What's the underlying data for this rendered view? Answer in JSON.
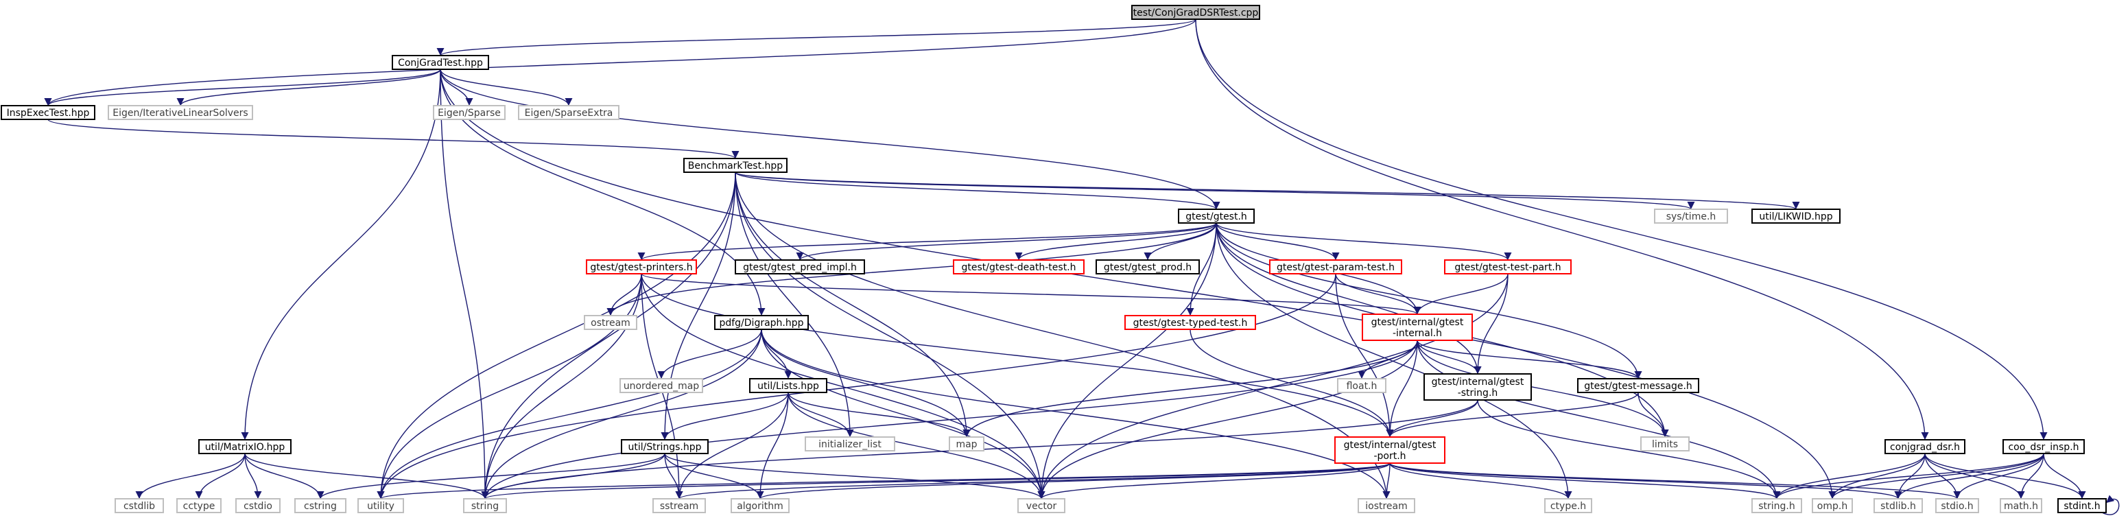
{
  "colors": {
    "edge": "#191970",
    "node_border": "#000000",
    "node_border_missing": "#bfbfbf",
    "node_border_truncated": "#ff0000",
    "root_fill": "#bfbfbf",
    "node_fill": "#ffffff",
    "text": "#000000",
    "text_missing": "#404040"
  },
  "nodes": {
    "root": {
      "label": "test/ConjGradDSRTest.cpp",
      "kind": "root"
    },
    "conjgradtest": {
      "label": "ConjGradTest.hpp",
      "kind": "normal"
    },
    "inspexec": {
      "label": "InspExecTest.hpp",
      "kind": "normal"
    },
    "eigen_iter": {
      "label": "Eigen/IterativeLinearSolvers",
      "kind": "missing"
    },
    "eigen_sparse": {
      "label": "Eigen/Sparse",
      "kind": "missing"
    },
    "eigen_sparseextra": {
      "label": "Eigen/SparseExtra",
      "kind": "missing"
    },
    "benchmark": {
      "label": "BenchmarkTest.hpp",
      "kind": "normal"
    },
    "sys_time": {
      "label": "sys/time.h",
      "kind": "missing"
    },
    "likwid": {
      "label": "util/LIKWID.hpp",
      "kind": "normal"
    },
    "gtest": {
      "label": "gtest/gtest.h",
      "kind": "normal"
    },
    "gtest_printers": {
      "label": "gtest/gtest-printers.h",
      "kind": "truncated"
    },
    "gtest_pred_impl": {
      "label": "gtest/gtest_pred_impl.h",
      "kind": "normal"
    },
    "gtest_death": {
      "label": "gtest/gtest-death-test.h",
      "kind": "truncated"
    },
    "gtest_prod": {
      "label": "gtest/gtest_prod.h",
      "kind": "normal"
    },
    "gtest_param": {
      "label": "gtest/gtest-param-test.h",
      "kind": "truncated"
    },
    "gtest_test_part": {
      "label": "gtest/gtest-test-part.h",
      "kind": "truncated"
    },
    "ostream": {
      "label": "ostream",
      "kind": "missing"
    },
    "pdfg_digraph": {
      "label": "pdfg/Digraph.hpp",
      "kind": "normal"
    },
    "gtest_typed": {
      "label": "gtest/gtest-typed-test.h",
      "kind": "truncated"
    },
    "gtest_internal": {
      "label": [
        "gtest/internal/gtest",
        "-internal.h"
      ],
      "kind": "truncated"
    },
    "unordered_map": {
      "label": "unordered_map",
      "kind": "missing"
    },
    "util_lists": {
      "label": "util/Lists.hpp",
      "kind": "normal"
    },
    "float_h": {
      "label": "float.h",
      "kind": "missing"
    },
    "gtest_string": {
      "label": [
        "gtest/internal/gtest",
        "-string.h"
      ],
      "kind": "normal"
    },
    "gtest_message": {
      "label": "gtest/gtest-message.h",
      "kind": "normal"
    },
    "initializer_list": {
      "label": "initializer_list",
      "kind": "missing"
    },
    "map": {
      "label": "map",
      "kind": "missing"
    },
    "limits": {
      "label": "limits",
      "kind": "missing"
    },
    "util_matrixio": {
      "label": "util/MatrixIO.hpp",
      "kind": "normal"
    },
    "util_strings": {
      "label": "util/Strings.hpp",
      "kind": "normal"
    },
    "gtest_port": {
      "label": [
        "gtest/internal/gtest",
        "-port.h"
      ],
      "kind": "truncated"
    },
    "conjgrad_dsr": {
      "label": "conjgrad_dsr.h",
      "kind": "normal"
    },
    "coo_dsr_insp": {
      "label": "coo_dsr_insp.h",
      "kind": "normal"
    },
    "cstdlib": {
      "label": "cstdlib",
      "kind": "missing"
    },
    "cctype": {
      "label": "cctype",
      "kind": "missing"
    },
    "cstdio": {
      "label": "cstdio",
      "kind": "missing"
    },
    "cstring": {
      "label": "cstring",
      "kind": "missing"
    },
    "utility": {
      "label": "utility",
      "kind": "missing"
    },
    "string": {
      "label": "string",
      "kind": "missing"
    },
    "sstream": {
      "label": "sstream",
      "kind": "missing"
    },
    "algorithm": {
      "label": "algorithm",
      "kind": "missing"
    },
    "vector": {
      "label": "vector",
      "kind": "missing"
    },
    "iostream": {
      "label": "iostream",
      "kind": "missing"
    },
    "ctype_h": {
      "label": "ctype.h",
      "kind": "missing"
    },
    "string_h": {
      "label": "string.h",
      "kind": "missing"
    },
    "omp_h": {
      "label": "omp.h",
      "kind": "missing"
    },
    "stdlib_h": {
      "label": "stdlib.h",
      "kind": "missing"
    },
    "stdio_h": {
      "label": "stdio.h",
      "kind": "missing"
    },
    "math_h": {
      "label": "math.h",
      "kind": "missing"
    },
    "stdint_h": {
      "label": "stdint.h",
      "kind": "normal"
    }
  },
  "edges": [
    [
      "root",
      "conjgradtest"
    ],
    [
      "root",
      "inspexec"
    ],
    [
      "root",
      "conjgrad_dsr"
    ],
    [
      "root",
      "coo_dsr_insp"
    ],
    [
      "conjgradtest",
      "inspexec"
    ],
    [
      "conjgradtest",
      "eigen_iter"
    ],
    [
      "conjgradtest",
      "eigen_sparse"
    ],
    [
      "conjgradtest",
      "eigen_sparseextra"
    ],
    [
      "conjgradtest",
      "gtest"
    ],
    [
      "conjgradtest",
      "pdfg_digraph"
    ],
    [
      "conjgradtest",
      "util_matrixio"
    ],
    [
      "conjgradtest",
      "string"
    ],
    [
      "conjgradtest",
      "omp_h"
    ],
    [
      "inspexec",
      "benchmark"
    ],
    [
      "benchmark",
      "sys_time"
    ],
    [
      "benchmark",
      "likwid"
    ],
    [
      "benchmark",
      "gtest"
    ],
    [
      "benchmark",
      "string"
    ],
    [
      "benchmark",
      "map"
    ],
    [
      "benchmark",
      "vector"
    ],
    [
      "benchmark",
      "utility"
    ],
    [
      "benchmark",
      "util_strings"
    ],
    [
      "benchmark",
      "iostream"
    ],
    [
      "benchmark",
      "initializer_list"
    ],
    [
      "gtest",
      "gtest_printers"
    ],
    [
      "gtest",
      "gtest_pred_impl"
    ],
    [
      "gtest",
      "gtest_death"
    ],
    [
      "gtest",
      "gtest_prod"
    ],
    [
      "gtest",
      "gtest_param"
    ],
    [
      "gtest",
      "gtest_test_part"
    ],
    [
      "gtest",
      "gtest_typed"
    ],
    [
      "gtest",
      "gtest_internal"
    ],
    [
      "gtest",
      "gtest_string"
    ],
    [
      "gtest",
      "gtest_message"
    ],
    [
      "gtest",
      "ostream"
    ],
    [
      "gtest",
      "vector"
    ],
    [
      "gtest",
      "limits"
    ],
    [
      "gtest",
      "ctype_h"
    ],
    [
      "gtest_printers",
      "ostream"
    ],
    [
      "gtest_printers",
      "sstream"
    ],
    [
      "gtest_printers",
      "string"
    ],
    [
      "gtest_printers",
      "utility"
    ],
    [
      "gtest_printers",
      "vector"
    ],
    [
      "gtest_printers",
      "gtest_internal"
    ],
    [
      "gtest_printers",
      "gtest_port"
    ],
    [
      "gtest_param",
      "gtest_internal"
    ],
    [
      "gtest_param",
      "gtest_port"
    ],
    [
      "gtest_param",
      "utility"
    ],
    [
      "gtest_test_part",
      "gtest_internal"
    ],
    [
      "gtest_test_part",
      "gtest_string"
    ],
    [
      "gtest_test_part",
      "vector"
    ],
    [
      "gtest_typed",
      "gtest_port"
    ],
    [
      "gtest_internal",
      "gtest_port"
    ],
    [
      "gtest_internal",
      "float_h"
    ],
    [
      "gtest_internal",
      "gtest_string"
    ],
    [
      "gtest_internal",
      "gtest_message"
    ],
    [
      "gtest_internal",
      "limits"
    ],
    [
      "gtest_internal",
      "map"
    ],
    [
      "gtest_internal",
      "string"
    ],
    [
      "gtest_internal",
      "string_h"
    ],
    [
      "gtest_internal",
      "vector"
    ],
    [
      "gtest_string",
      "gtest_port"
    ],
    [
      "gtest_string",
      "string_h"
    ],
    [
      "gtest_string",
      "string"
    ],
    [
      "gtest_message",
      "gtest_port"
    ],
    [
      "gtest_message",
      "limits"
    ],
    [
      "pdfg_digraph",
      "unordered_map"
    ],
    [
      "pdfg_digraph",
      "util_lists"
    ],
    [
      "pdfg_digraph",
      "map"
    ],
    [
      "pdfg_digraph",
      "string"
    ],
    [
      "pdfg_digraph",
      "vector"
    ],
    [
      "pdfg_digraph",
      "utility"
    ],
    [
      "pdfg_digraph",
      "iostream"
    ],
    [
      "util_lists",
      "util_strings"
    ],
    [
      "util_lists",
      "initializer_list"
    ],
    [
      "util_lists",
      "map"
    ],
    [
      "util_lists",
      "sstream"
    ],
    [
      "util_lists",
      "algorithm"
    ],
    [
      "util_lists",
      "vector"
    ],
    [
      "util_strings",
      "string"
    ],
    [
      "util_strings",
      "sstream"
    ],
    [
      "util_strings",
      "algorithm"
    ],
    [
      "util_strings",
      "vector"
    ],
    [
      "util_strings",
      "cstring"
    ],
    [
      "util_matrixio",
      "cstdlib"
    ],
    [
      "util_matrixio",
      "cctype"
    ],
    [
      "util_matrixio",
      "cstdio"
    ],
    [
      "util_matrixio",
      "cstring"
    ],
    [
      "util_matrixio",
      "string"
    ],
    [
      "gtest_port",
      "iostream"
    ],
    [
      "gtest_port",
      "string"
    ],
    [
      "gtest_port",
      "sstream"
    ],
    [
      "gtest_port",
      "utility"
    ],
    [
      "gtest_port",
      "vector"
    ],
    [
      "gtest_port",
      "ctype_h"
    ],
    [
      "gtest_port",
      "string_h"
    ],
    [
      "gtest_port",
      "stdlib_h"
    ],
    [
      "gtest_port",
      "stdio_h"
    ],
    [
      "gtest_port",
      "algorithm"
    ],
    [
      "conjgrad_dsr",
      "string_h"
    ],
    [
      "conjgrad_dsr",
      "omp_h"
    ],
    [
      "conjgrad_dsr",
      "stdlib_h"
    ],
    [
      "conjgrad_dsr",
      "stdio_h"
    ],
    [
      "conjgrad_dsr",
      "math_h"
    ],
    [
      "conjgrad_dsr",
      "stdint_h"
    ],
    [
      "coo_dsr_insp",
      "string_h"
    ],
    [
      "coo_dsr_insp",
      "omp_h"
    ],
    [
      "coo_dsr_insp",
      "stdlib_h"
    ],
    [
      "coo_dsr_insp",
      "stdio_h"
    ],
    [
      "coo_dsr_insp",
      "math_h"
    ],
    [
      "coo_dsr_insp",
      "stdint_h"
    ],
    [
      "stdint_h",
      "stdint_h"
    ]
  ]
}
